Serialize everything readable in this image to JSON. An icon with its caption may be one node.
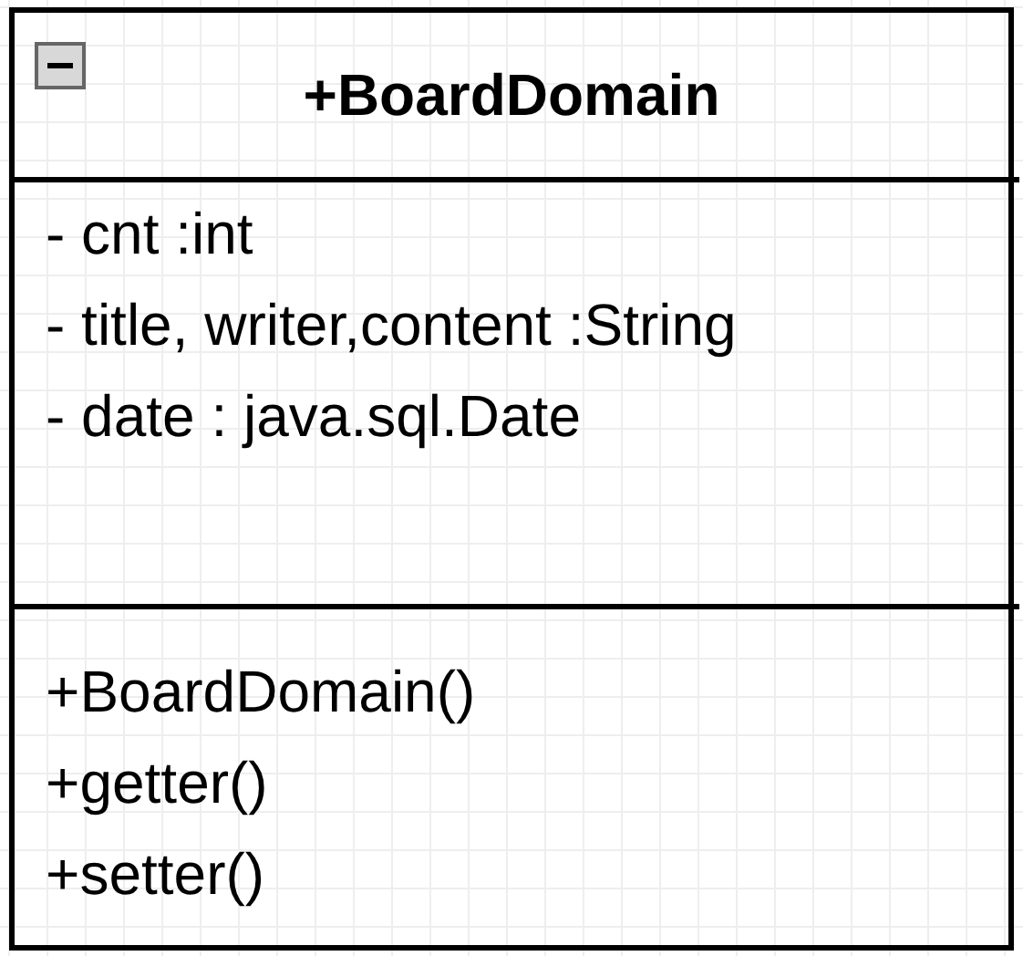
{
  "diagram": {
    "nodes": [
      {
        "text": [
          "+BoardDomain"
        ]
      },
      {
        "text": [
          "- cnt :int",
          "- title, writer,content :String",
          "- date : java.sql.Date"
        ],
        "in": 0
      },
      {
        "text": [
          "+BoardDomain()",
          "+getter()",
          "+setter()"
        ],
        "in": 0
      }
    ]
  }
}
